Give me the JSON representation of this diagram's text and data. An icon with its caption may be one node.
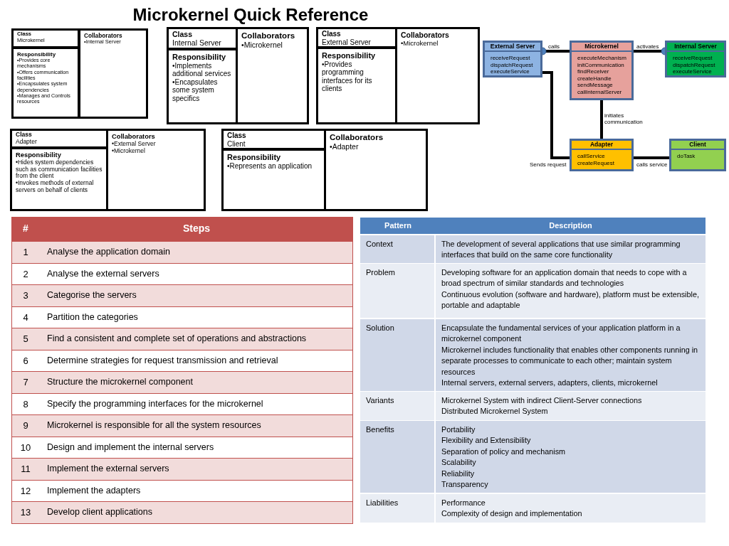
{
  "diagram": {
    "title": "Microkernel Quick Reference",
    "nodes": [
      {
        "text": [
          "Class",
          "Microkernel"
        ]
      },
      {
        "text": [
          "Responsibility",
          "•Provides core mechanisms",
          "•Offers communication facilities",
          "•Encapsulates system dependencies",
          "•Manages and Controls resources"
        ]
      },
      {
        "text": [
          "Collaborators",
          "•Internal Server"
        ]
      },
      {
        "text": [
          "Class",
          "Internal Server"
        ]
      },
      {
        "text": [
          "Responsibility",
          "•Implements additional services",
          "•Encapsulates some system specifics"
        ]
      },
      {
        "text": [
          "Collaborators",
          "•Microkernel"
        ]
      },
      {
        "text": [
          "Class",
          "External Server"
        ]
      },
      {
        "text": [
          "Responsibility",
          "•Provides programming interfaces for its clients"
        ]
      },
      {
        "text": [
          "Collaborators",
          "•Microkernel"
        ]
      },
      {
        "text": [
          "Class",
          "Adapter"
        ]
      },
      {
        "text": [
          "Responsibility",
          "•Hides system dependencies such as communication facilities from the client",
          "•Invokes methods of external servers on behalf of clients"
        ]
      },
      {
        "text": [
          "Collaborators",
          "•External Server",
          "•Microkernel"
        ]
      },
      {
        "text": [
          "Class",
          "Client"
        ]
      },
      {
        "text": [
          "Responsibility",
          "•Represents an application"
        ]
      },
      {
        "text": [
          "Collaborators",
          "•Adapter"
        ]
      },
      {
        "text": [
          "External Server",
          "receiveRequest",
          "dispatchRequest",
          "executeService"
        ]
      },
      {
        "text": [
          "Microkernel",
          "executeMechanism",
          "initCommunication",
          "findReceiver",
          "createHandle",
          "sendMessage",
          "callInternalServer"
        ]
      },
      {
        "text": [
          "Internal Server",
          "receiveRequest",
          "dispatchRequest",
          "executeService"
        ]
      },
      {
        "text": [
          "Adapter",
          "callService",
          "createRequest"
        ]
      },
      {
        "text": [
          "Client",
          "doTask"
        ]
      }
    ],
    "edges": [
      {
        "from": 15,
        "to": 16,
        "arrow": "other",
        "label": "calls"
      },
      {
        "from": 17,
        "to": 16,
        "arrow": "other",
        "label": "activates"
      },
      {
        "from": 15,
        "to": 18,
        "arrow": "none",
        "label": "Sends request"
      },
      {
        "from": 16,
        "to": 18,
        "arrow": "none",
        "label": "initiates communication"
      },
      {
        "from": 18,
        "to": 19,
        "arrow": "none",
        "label": "calls service"
      }
    ],
    "labels": [
      "#",
      "Steps",
      "1",
      "Analyse the application domain",
      "2",
      "Analyse the external servers",
      "3",
      "Categorise the servers",
      "4",
      "Partition the categories",
      "5",
      "Find a consistent and complete set of operations and abstractions",
      "6",
      "Determine strategies for request transmission and retrieval",
      "7",
      "Structure the microkernel component",
      "8",
      "Specify the programming interfaces for the microkernel",
      "9",
      "Microkernel is responsible for all the system resources",
      "10",
      "Design and implement the internal servers",
      "11",
      "Implement the external servers",
      "12",
      "Implement the adapters",
      "13",
      "Develop client applications",
      "Pattern",
      "Description",
      "Context",
      "The development of several applications that use similar programming interfaces that build on the same core functionality",
      "Problem",
      "Developing software for an application domain that needs to cope with a broad spectrum of similar standards and technologies",
      "Continuous evolution (software and hardware), platform must be extensible, portable and adaptable",
      "Solution",
      "Encapsulate the fundamental services of your application platform in a microkernel component",
      "Microkernel includes functionality that enables other components running in separate processes to communicate to each other; maintain system resources",
      "Internal servers, external servers, adapters, clients, microkernel",
      "Variants",
      "Microkernel System with indirect Client-Server connections",
      "Distributed Microkernel System",
      "Benefits",
      "Portability",
      "Flexibility and Extensibility",
      "Separation of policy and mechanism",
      "Scalability",
      "Reliability",
      "Transparency",
      "Liabilities",
      "Performance",
      "Complexity of design and implementation"
    ]
  }
}
